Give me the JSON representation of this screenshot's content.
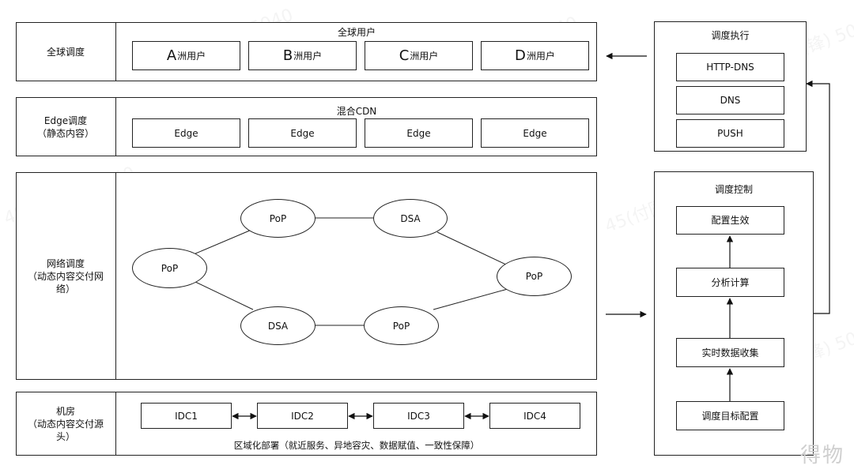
{
  "rows": {
    "global": {
      "label": "全球调度",
      "header": "全球用户",
      "users": [
        {
          "letter": "A",
          "suffix": "洲用户"
        },
        {
          "letter": "B",
          "suffix": "洲用户"
        },
        {
          "letter": "C",
          "suffix": "洲用户"
        },
        {
          "letter": "D",
          "suffix": "洲用户"
        }
      ]
    },
    "edge": {
      "label": "Edge调度\n（静态内容）",
      "header": "混合CDN",
      "items": [
        "Edge",
        "Edge",
        "Edge",
        "Edge"
      ]
    },
    "network": {
      "label": "网络调度\n（动态内容交付网\n络）",
      "nodes": [
        "PoP",
        "PoP",
        "DSA",
        "PoP",
        "DSA",
        "PoP"
      ]
    },
    "idc": {
      "label": "机房\n（动态内容交付源\n头）",
      "items": [
        "IDC1",
        "IDC2",
        "IDC3",
        "IDC4"
      ],
      "footer": "区域化部署（就近服务、异地容灾、数据赋值、一致性保障）"
    }
  },
  "execution": {
    "title": "调度执行",
    "items": [
      "HTTP-DNS",
      "DNS",
      "PUSH"
    ]
  },
  "control": {
    "title": "调度控制",
    "items": [
      "配置生效",
      "分析计算",
      "实时数据收集",
      "调度目标配置"
    ]
  },
  "watermark": "45(付国锋) 5040",
  "corner_mark": "得物"
}
